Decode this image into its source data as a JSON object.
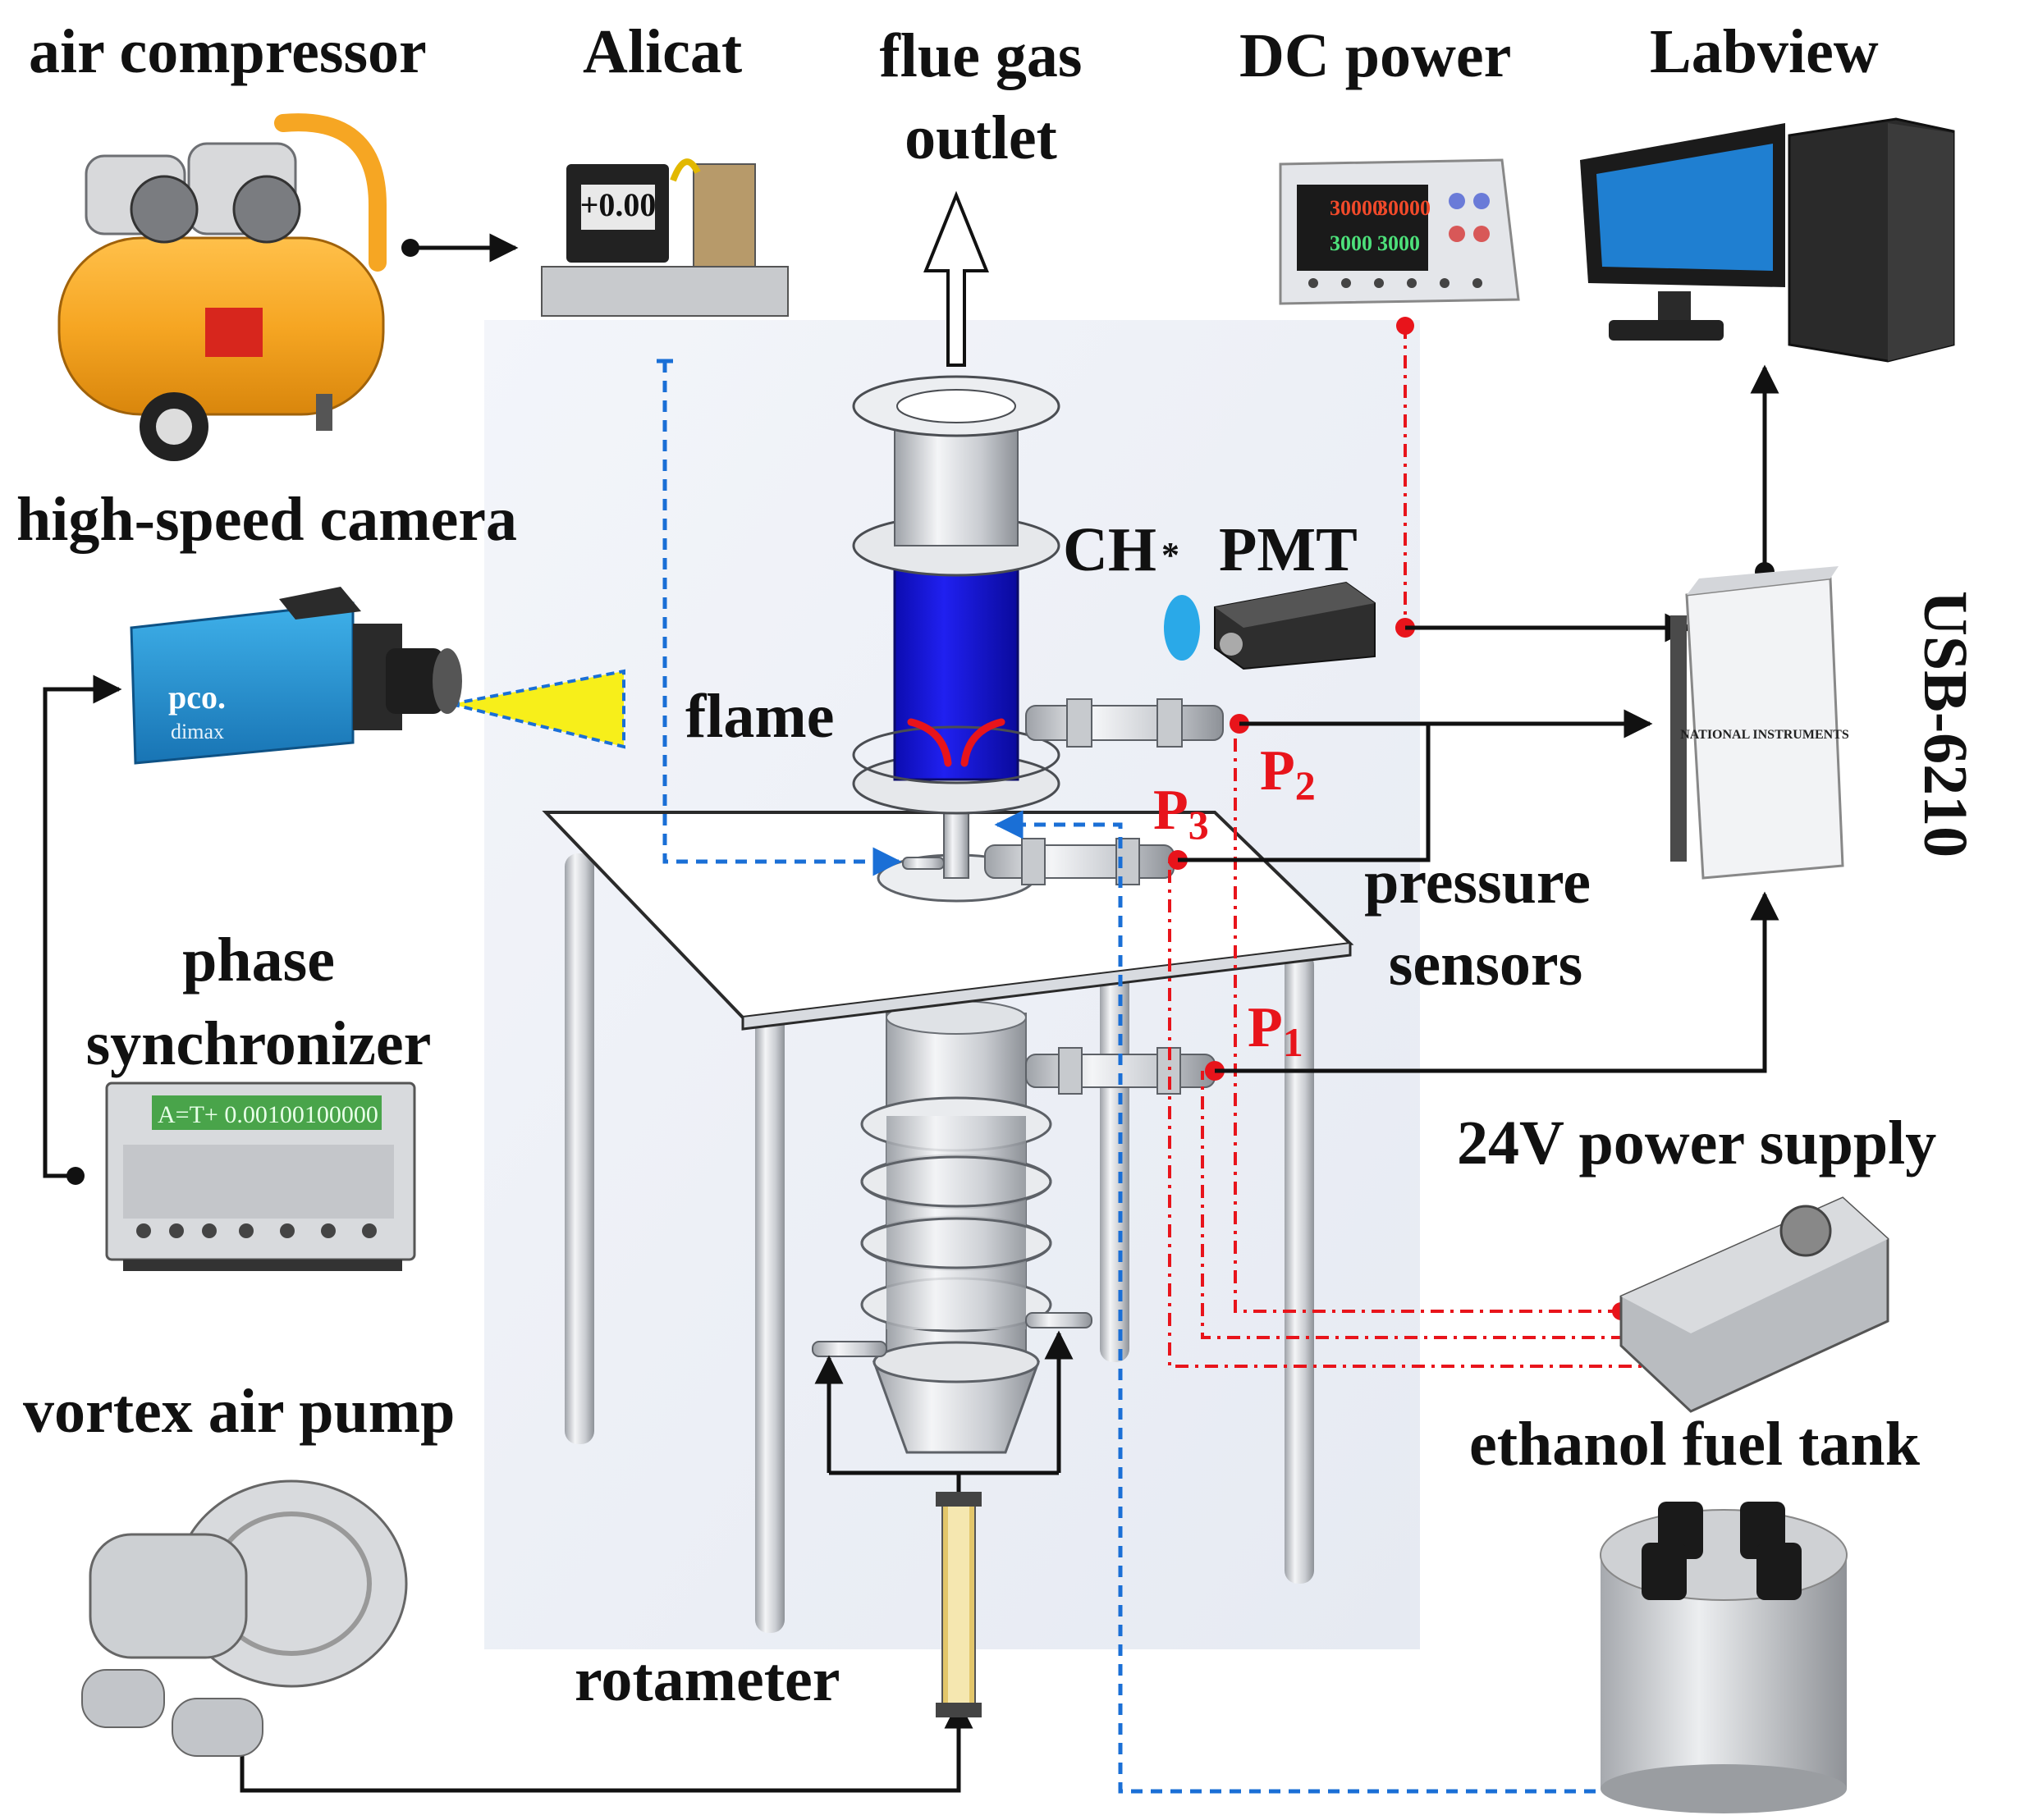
{
  "labels": {
    "air_compressor": "air compressor",
    "alicat": "Alicat",
    "flue_gas_line1": "flue gas",
    "flue_gas_line2": "outlet",
    "dc_power": "DC power",
    "labview": "Labview",
    "high_speed_camera": "high-speed camera",
    "ch_star": "CH",
    "ch_star_sup": "*",
    "pmt": "PMT",
    "usb_6210": "USB-6210",
    "flame": "flame",
    "p2_main": "P",
    "p2_sub": "2",
    "p3_main": "P",
    "p3_sub": "3",
    "p1_main": "P",
    "p1_sub": "1",
    "pressure_sensors_line1": "pressure",
    "pressure_sensors_line2": "sensors",
    "phase_synchronizer_line1": "phase",
    "phase_synchronizer_line2": "synchronizer",
    "power_24v": "24V power supply",
    "vortex_air_pump": "vortex air pump",
    "ethanol_fuel_tank": "ethanol fuel tank",
    "rotameter": "rotameter"
  },
  "device_text": {
    "camera_brand": "pco.",
    "camera_model": "dimax",
    "synchronizer_display": "A=T+  0.00100100000",
    "dc_display_left": "30000",
    "dc_display_right": "30000",
    "dc_display_left2": "3000",
    "dc_display_right2": "3000",
    "alicat_display": "+0.00",
    "daq_brand": "NATIONAL INSTRUMENTS"
  },
  "colors": {
    "flame_tube": "#1010d8",
    "flame": "#e8141b",
    "sensor_label": "#e8141b",
    "power_line": "#e8141b",
    "air_line": "#1a6fd6",
    "signal_line": "#111111",
    "camera_body": "#1e8fd0",
    "compressor_tank": "#f6a623",
    "pmt_filter": "#2aa9e8",
    "camera_view": "#f7ef1a"
  },
  "icons": [
    "air-compressor-icon",
    "mass-flow-controller-icon",
    "dc-power-supply-icon",
    "computer-icon",
    "high-speed-camera-icon",
    "pmt-icon",
    "daq-module-icon",
    "phase-synchronizer-icon",
    "switching-power-supply-icon",
    "vortex-air-pump-icon",
    "fuel-tank-icon",
    "rotameter-icon",
    "combustor-icon",
    "pressure-sensor-icon",
    "outlet-arrow-icon"
  ]
}
